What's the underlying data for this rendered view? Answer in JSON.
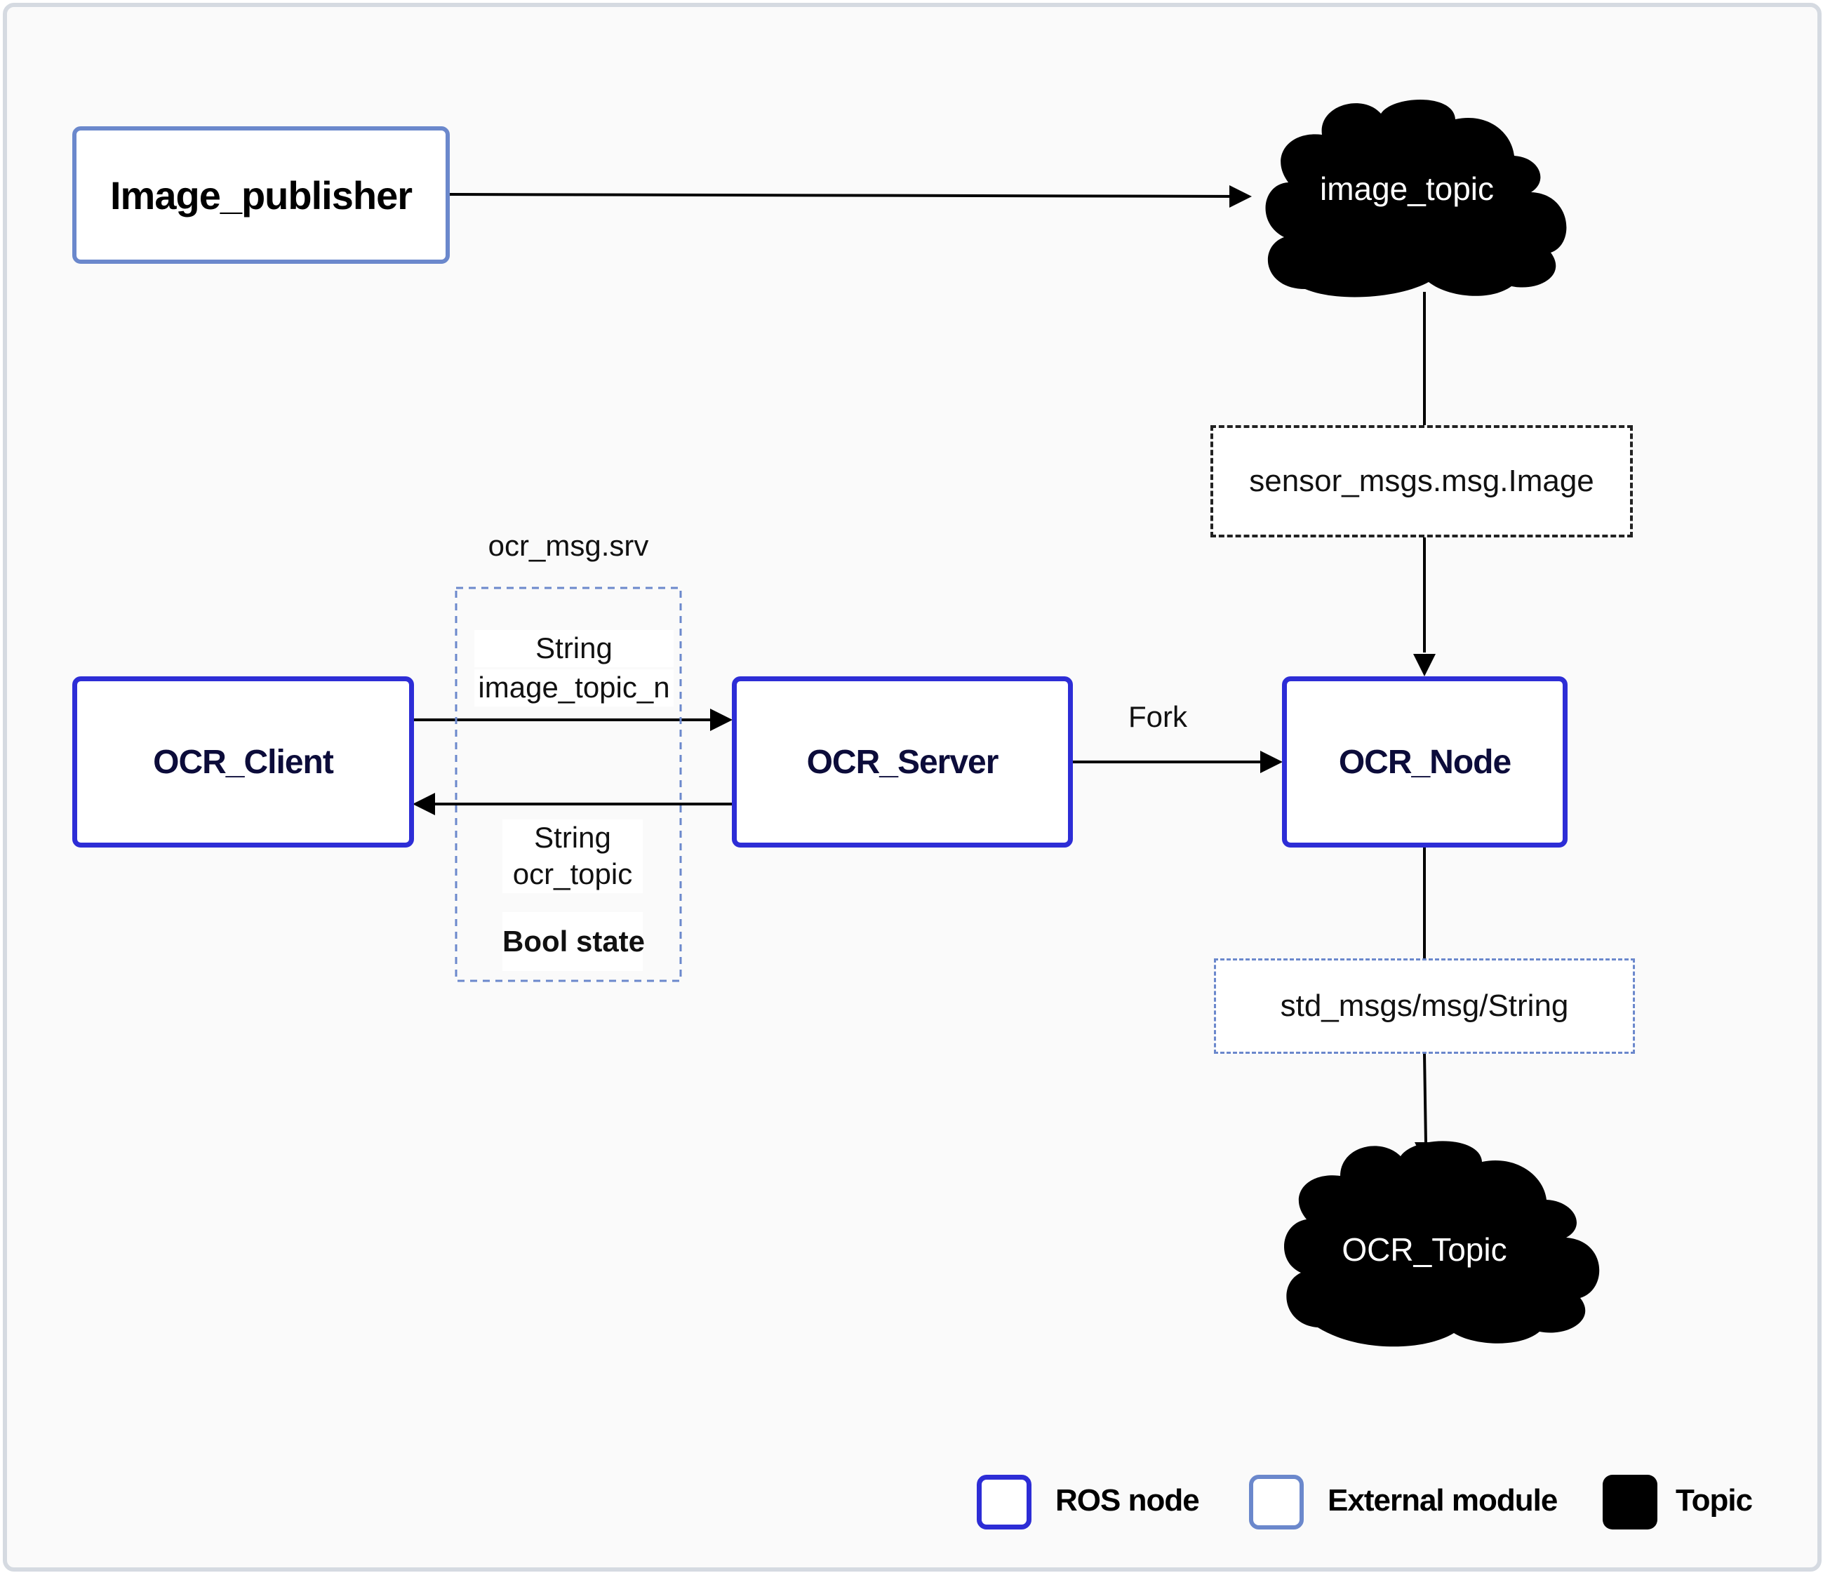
{
  "nodes": {
    "image_publisher": "Image_publisher",
    "ocr_client": "OCR_Client",
    "ocr_server": "OCR_Server",
    "ocr_node": "OCR_Node"
  },
  "topics": {
    "image_topic": "image_topic",
    "ocr_topic": "OCR_Topic"
  },
  "messages": {
    "sensor_msg": "sensor_msgs.msg.Image",
    "std_msg": "std_msgs/msg/String"
  },
  "service": {
    "title": "ocr_msg.srv",
    "request_type": "String",
    "request_field": "image_topic_n",
    "response_type": "String",
    "response_field": "ocr_topic",
    "response_state": "Bool state"
  },
  "edges": {
    "fork_label": "Fork"
  },
  "legend": {
    "ros_node": "ROS node",
    "external_module": "External module",
    "topic": "Topic"
  },
  "colors": {
    "ros_node_border": "#2d2dd6",
    "external_module_border": "#6b88cc",
    "topic_fill": "#000000",
    "frame_border": "#d5dae1"
  }
}
